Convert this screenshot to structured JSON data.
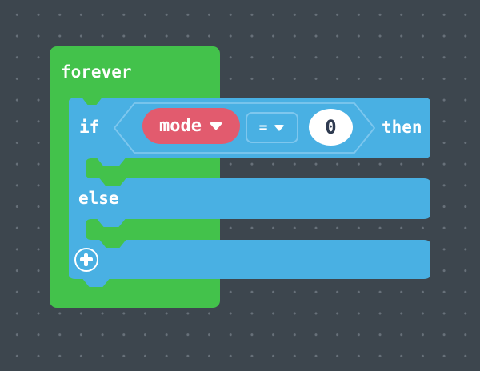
{
  "workspace": {
    "background_color": "#3d464e",
    "dot_color": "#68717a"
  },
  "palette": {
    "loops_green": "#43c24b",
    "logic_blue": "#49b0e3",
    "logic_outline_blue": "#7ec7ee",
    "variable_red": "#e25b6e",
    "number_text_color": "#2e3a50"
  },
  "blocks": {
    "forever": {
      "label": "forever"
    },
    "if_else": {
      "if_label": "if",
      "then_label": "then",
      "else_label": "else",
      "condition": {
        "variable": {
          "label": "mode"
        },
        "operator": {
          "label": "="
        },
        "value": {
          "text": "0"
        }
      }
    }
  }
}
